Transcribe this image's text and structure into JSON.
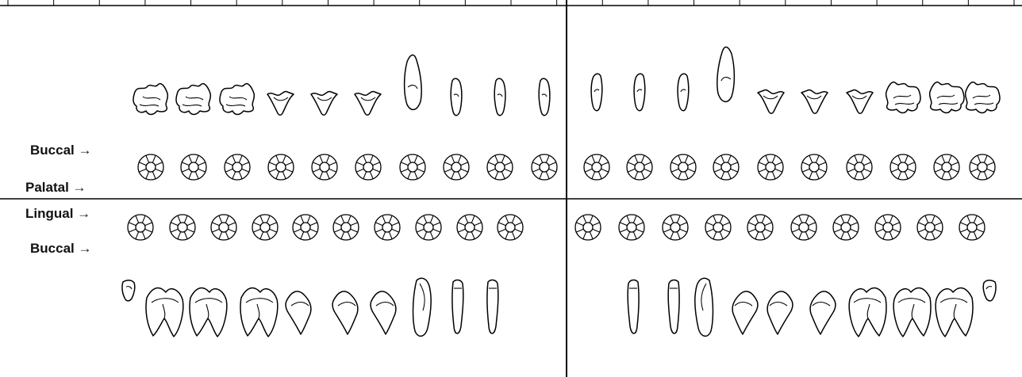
{
  "chart_data": {
    "type": "dental-chart",
    "side_labels": {
      "upper_buccal": "Buccal →",
      "upper_palatal": "Palatal →",
      "lower_lingual": "Lingual →",
      "lower_buccal": "Buccal →"
    },
    "teeth_per_quadrant": 10,
    "quadrants": [
      "upper-right",
      "upper-left",
      "lower-left",
      "lower-right"
    ],
    "header_cells_per_row": 22,
    "tooth_types_upper_right": [
      "molar",
      "molar",
      "molar",
      "premolar",
      "premolar",
      "premolar",
      "canine",
      "incisor",
      "incisor",
      "incisor"
    ],
    "tooth_types_lower_right": [
      "incisor-small",
      "molar",
      "molar",
      "molar",
      "premolar",
      "premolar",
      "premolar",
      "canine",
      "incisor",
      "incisor"
    ]
  },
  "colors": {
    "line": "#000000",
    "background": "#ffffff"
  }
}
